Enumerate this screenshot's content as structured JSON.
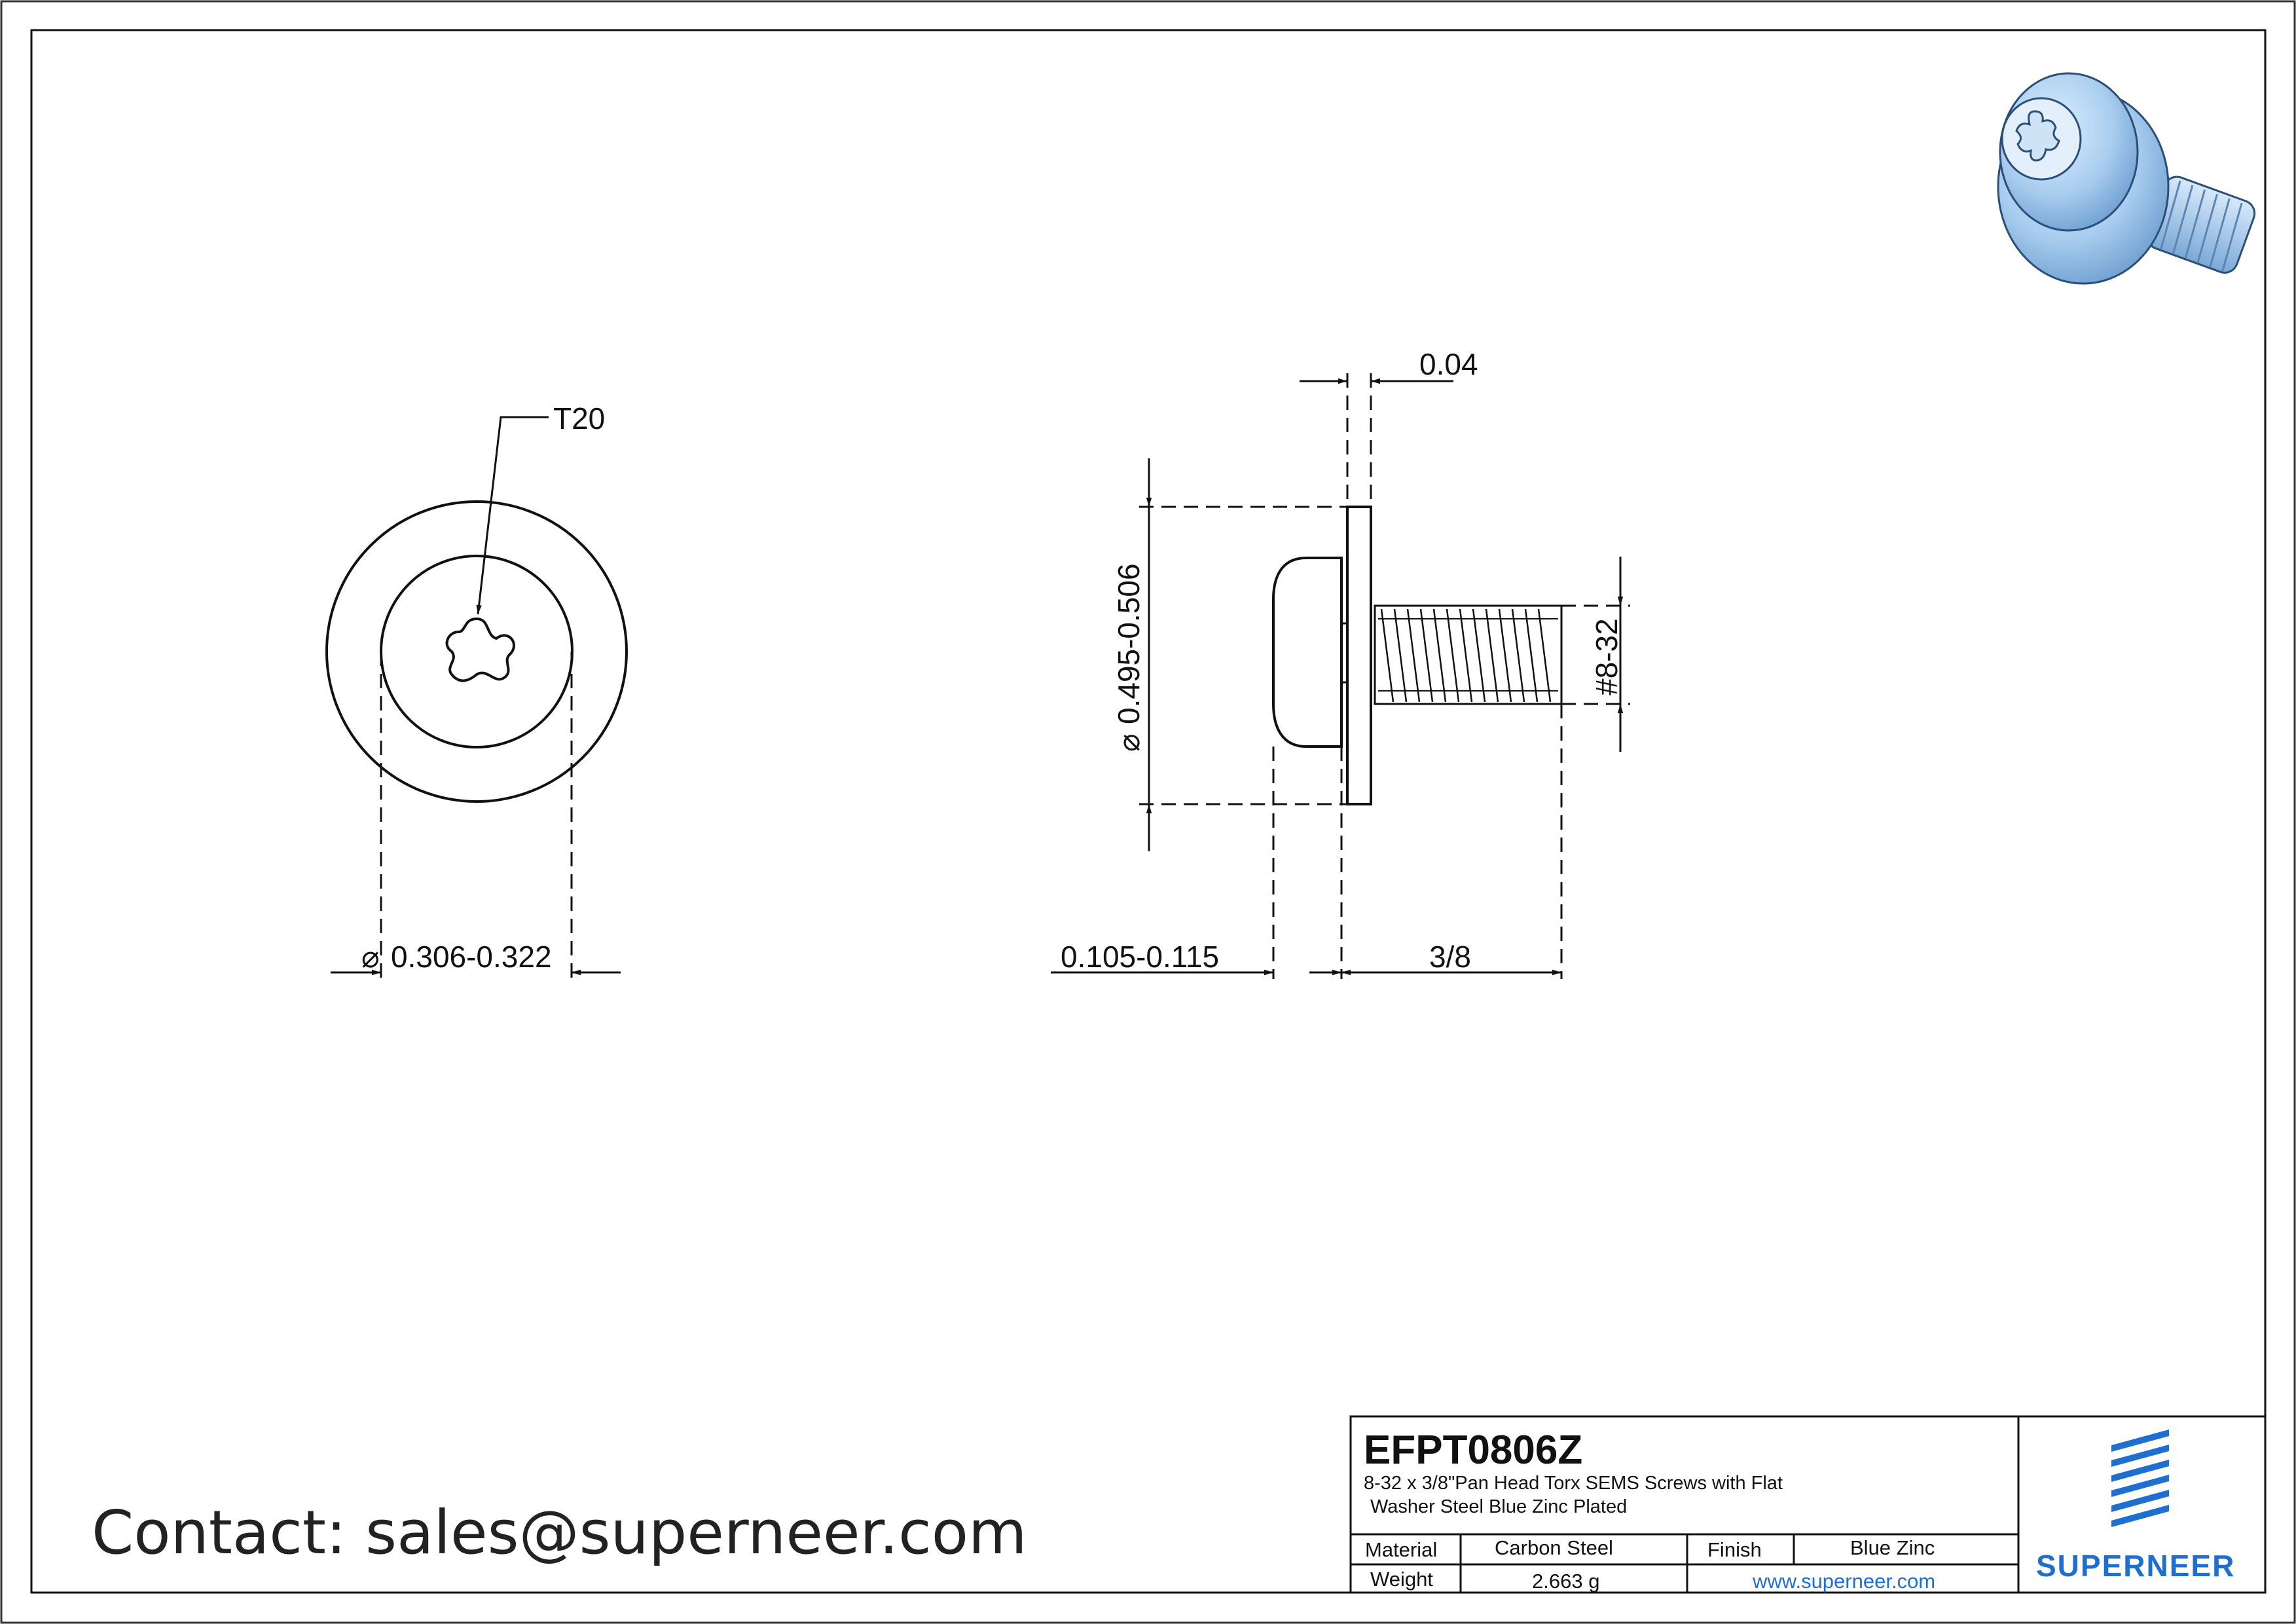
{
  "drawing": {
    "contact": "Contact: sales@superneer.com",
    "front_view": {
      "drive_label": "T20",
      "recess_diameter": "0.306-0.322"
    },
    "side_view": {
      "washer_thickness": "0.04",
      "washer_diameter": "0.495-0.506",
      "head_height": "0.105-0.115",
      "length": "3/8",
      "thread": "#8-32"
    },
    "diameter_symbol": "⌀"
  },
  "title_block": {
    "part_number": "EFPT0806Z",
    "description_line1": "8-32 x 3/8\"Pan Head Torx SEMS Screws with  Flat",
    "description_line2": "Washer Steel Blue Zinc Plated",
    "material_label": "Material",
    "material_value": "Carbon Steel",
    "finish_label": "Finish",
    "finish_value": "Blue Zinc",
    "weight_label": "Weight",
    "weight_value": "2.663 g",
    "website": "www.superneer.com",
    "brand": "SUPERNEER"
  },
  "colors": {
    "brand_blue": "#1f6fd1",
    "render_blue": "#a9cdef",
    "line": "#111111"
  }
}
